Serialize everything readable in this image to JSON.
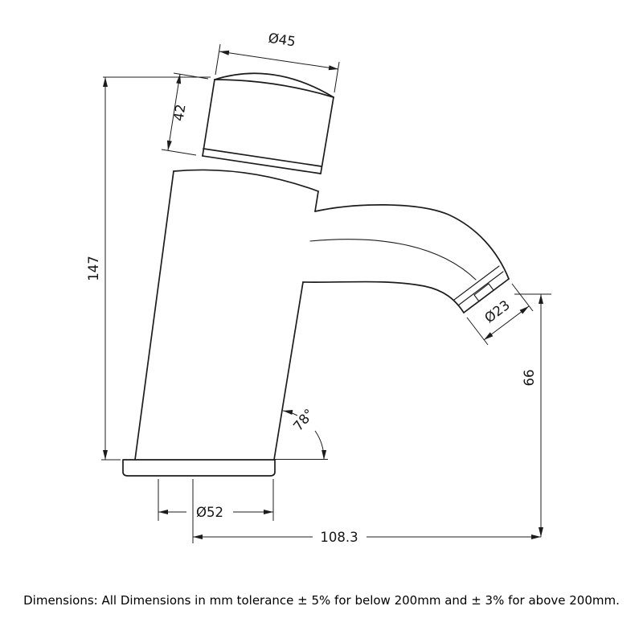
{
  "drawing": {
    "dimensions": {
      "cap_diameter": "Ø45",
      "handle_height": "42",
      "total_height": "147",
      "outlet_diameter": "Ø23",
      "spout_outlet_height": "66",
      "body_angle": "78°",
      "base_diameter": "Ø52",
      "horizontal_reach": "108.3"
    }
  },
  "note": "Dimensions: All Dimensions in mm tolerance ± 5% for below 200mm and ± 3% for above 200mm.",
  "colors": {
    "line_color": "#1c1c1c",
    "background": "#ffffff"
  }
}
